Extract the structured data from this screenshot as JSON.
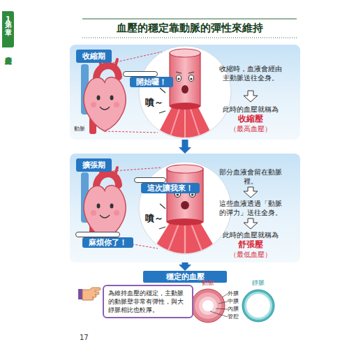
{
  "diagram": {
    "title": "血壓的穩定靠動脈的彈性來維持",
    "nodes": [
      {
        "text": [
          "第1章",
          "血壓是什麼？"
        ]
      },
      {
        "text": [
          "收縮期"
        ]
      },
      {
        "text": [
          "開始囉！"
        ],
        "in": 1
      },
      {
        "text": [
          "擴張期"
        ]
      },
      {
        "text": [
          "這次讓我來！"
        ],
        "in": 3
      },
      {
        "text": [
          "麻煩你了！"
        ],
        "in": 3
      },
      {
        "text": [
          "穩定的血壓"
        ]
      },
      {
        "text": [
          "為維持血壓的穩定，主動脈的動脈壁非常有彈性，與大靜脈相比也較厚。"
        ]
      }
    ],
    "edges": [
      {
        "from": 1,
        "to": 3,
        "arrow": "to"
      },
      {
        "from": 3,
        "to": 6,
        "arrow": "to"
      }
    ],
    "labels": [
      "動脈",
      "噴～",
      "收縮時，血液會經由主動脈送往全身。",
      "此時的血壓就稱為",
      "收縮壓",
      "（最高血壓）",
      "噴～",
      "部分血液會留在動脈裡。",
      "這些血液透過「動脈的彈力」送往全身。",
      "此時的血壓就稱為",
      "舒張壓",
      "（最低血壓）",
      "動脈",
      "靜脈",
      "外膜",
      "中膜",
      "內膜",
      "管腔",
      "17"
    ]
  }
}
